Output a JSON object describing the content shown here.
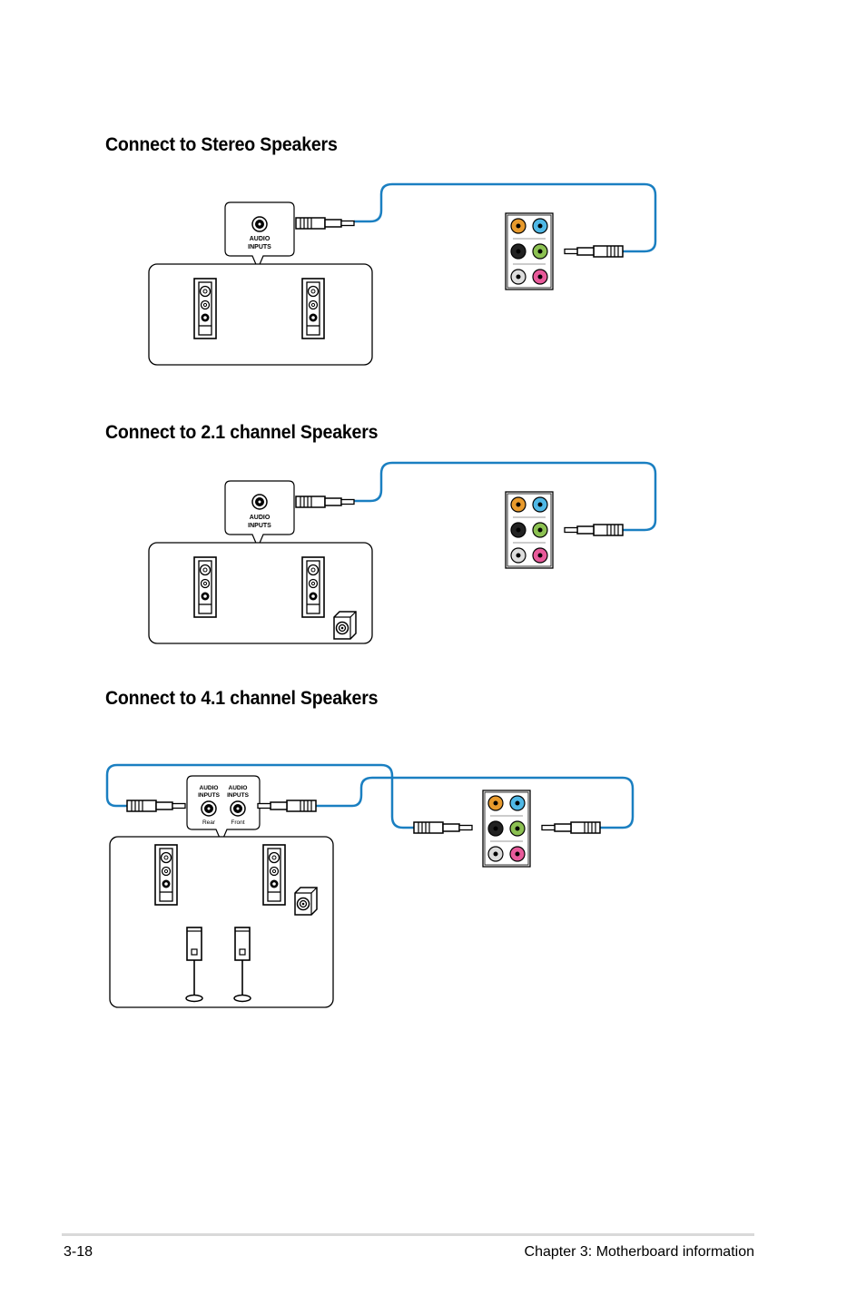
{
  "sections": [
    {
      "heading": "Connect to Stereo Speakers",
      "jack_label_line1": "AUDIO",
      "jack_label_line2": "INPUTS"
    },
    {
      "heading": "Connect to 2.1 channel Speakers",
      "jack_label_line1": "AUDIO",
      "jack_label_line2": "INPUTS"
    },
    {
      "heading": "Connect to 4.1 channel Speakers",
      "rear_label_line1": "AUDIO",
      "rear_label_line2": "INPUTS",
      "rear_caption": "Rear",
      "front_label_line1": "AUDIO",
      "front_label_line2": "INPUTS",
      "front_caption": "Front"
    }
  ],
  "colors": {
    "cable": "#1a7fc1",
    "jack_orange": "#e89a2c",
    "jack_blue": "#4fb8e6",
    "jack_black": "#222222",
    "jack_green": "#8cc152",
    "jack_gray": "#dddddd",
    "jack_pink": "#e85a9a"
  },
  "footer": {
    "page_number": "3-18",
    "chapter": "Chapter 3: Motherboard information"
  }
}
